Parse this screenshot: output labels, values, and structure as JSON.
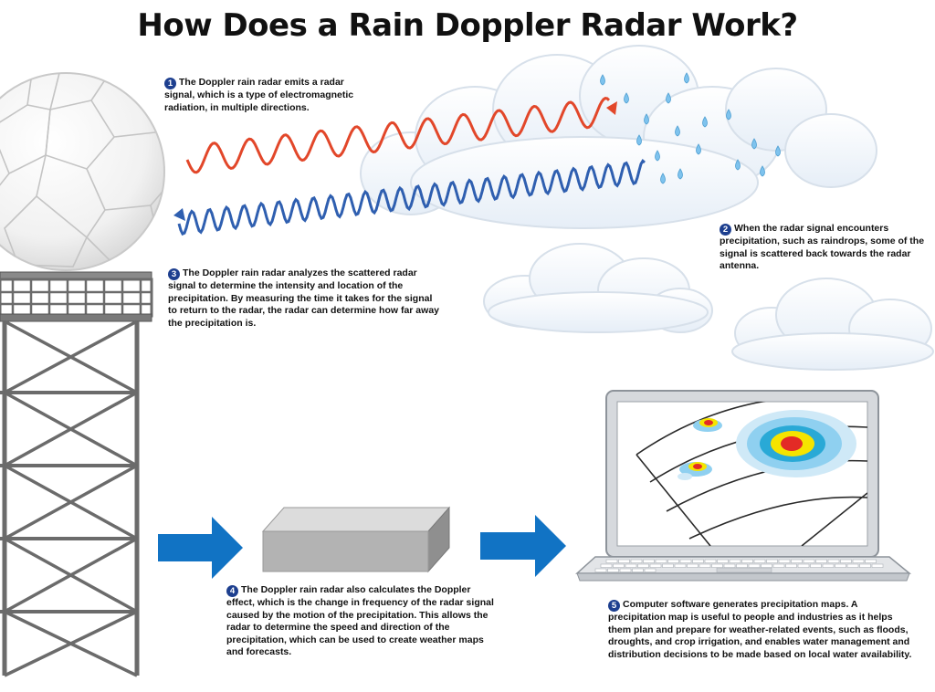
{
  "title": "How Does a Rain Doppler Radar Work?",
  "steps": [
    {
      "number": "1",
      "text": "The Doppler rain radar emits a radar signal, which is a type of electromagnetic radiation, in multiple directions."
    },
    {
      "number": "2",
      "text": "When the radar signal encounters precipitation, such as raindrops, some of the signal is scattered back towards the radar antenna."
    },
    {
      "number": "3",
      "text": "The Doppler rain radar analyzes the scattered radar signal to determine the intensity and location of the precipitation. By measuring the time it takes for the signal to return to the radar, the radar can determine how far away the precipitation is."
    },
    {
      "number": "4",
      "text": "The Doppler rain radar also calculates the Doppler effect, which is the change in frequency of the radar signal caused by the motion of the precipitation. This allows the radar to determine the speed and direction of the precipitation, which can be used to create weather maps and forecasts."
    },
    {
      "number": "5",
      "text": "Computer software generates precipitation maps. A precipitation map is useful to people and industries as it helps them plan and prepare for weather-related events, such as floods, droughts, and crop irrigation, and enables water management and distribution decisions to be made based on local water availability."
    }
  ],
  "colors": {
    "emitted_wave": "#e2472a",
    "returned_wave": "#2f5fb0",
    "arrow": "#1173c4",
    "number_badge": "#1d3f8f",
    "raindrop": "#7ec3ee",
    "tower": "#6b6b6b"
  },
  "icons": [
    "radar-dome-icon",
    "tower-icon",
    "cloud-icon",
    "raindrop-icon",
    "arrow-right-icon",
    "processor-box-icon",
    "laptop-icon",
    "precipitation-map-icon"
  ]
}
